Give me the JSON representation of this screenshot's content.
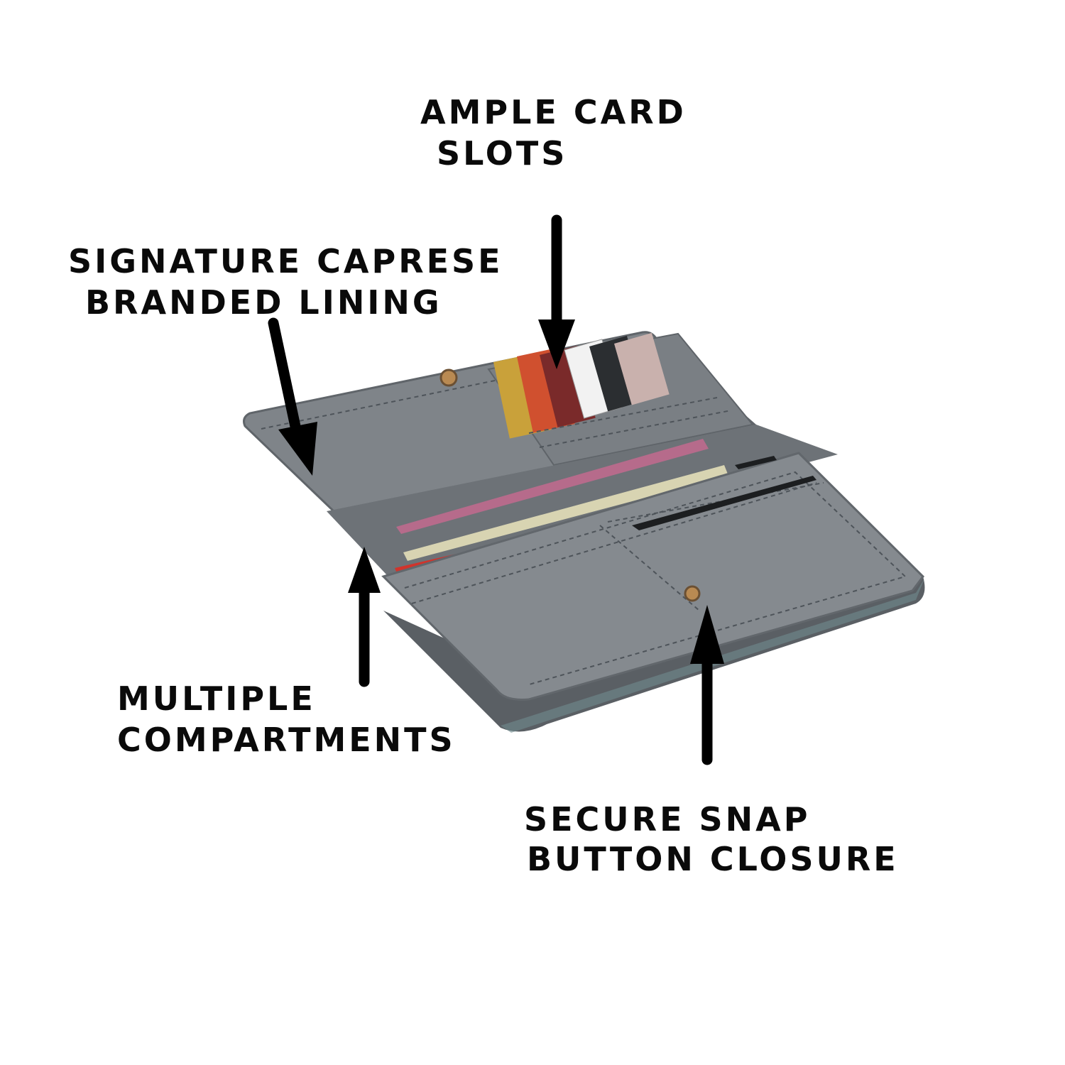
{
  "callouts": {
    "card_slots": {
      "line1": "AMPLE CARD",
      "line2": "SLOTS"
    },
    "lining": {
      "line1": "SIGNATURE CAPRESE",
      "line2": "BRANDED LINING"
    },
    "compartments": {
      "line1": "MULTIPLE",
      "line2": "COMPARTMENTS"
    },
    "closure": {
      "line1": "SECURE SNAP",
      "line2": "BUTTON CLOSURE"
    }
  },
  "colors": {
    "background": "#ffffff",
    "wallet_grey": "#7d8287",
    "wallet_shadow": "#5f6469",
    "ink": "#0a0a0a",
    "snap_button": "#b98a52"
  },
  "icons": {
    "arrow": "down-arrow / up-arrow",
    "snap": "snap-button-icon"
  }
}
